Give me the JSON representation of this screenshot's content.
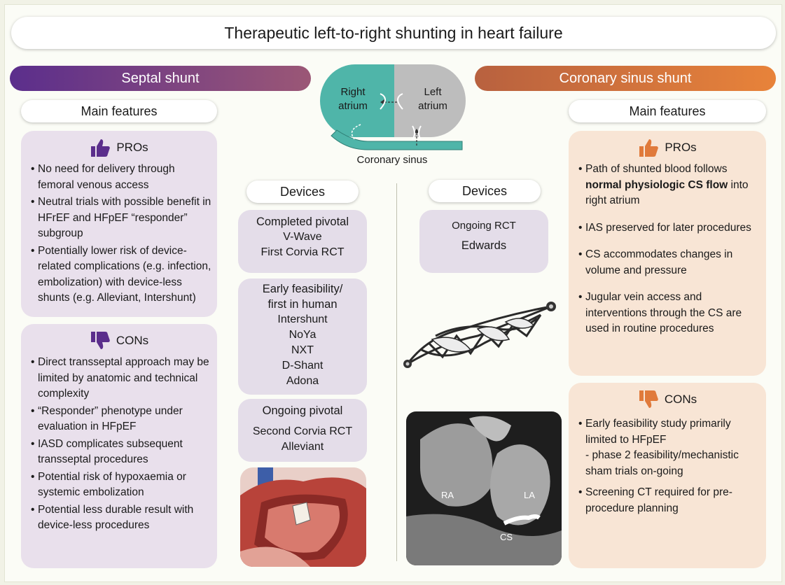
{
  "title": "Therapeutic left-to-right shunting in heart failure",
  "colors": {
    "septal_start": "#5b2e8c",
    "septal_end": "#9b5776",
    "cs_start": "#b8613f",
    "cs_end": "#e8833a",
    "right_atrium": "#4fb5a9",
    "left_atrium": "#bdbdbd",
    "septal_card": "#e9e0ec",
    "cs_card": "#f8e5d5"
  },
  "septal": {
    "banner": "Septal shunt",
    "features": "Main features",
    "pros": {
      "label": "PROs",
      "icon": "thumbs-up-icon",
      "items": [
        "No need for delivery through femoral venous access",
        "Neutral trials with possible benefit in HFrEF and HFpEF “responder” subgroup",
        "Potentially lower risk of device-related complications (e.g. infection, embolization) with device-less shunts (e.g. Alleviant, Intershunt)"
      ]
    },
    "cons": {
      "label": "CONs",
      "icon": "thumbs-down-icon",
      "items": [
        "Direct transseptal approach may be limited by anatomic and technical complexity",
        "“Responder” phenotype under evaluation in HFpEF",
        "IASD complicates subsequent transseptal procedures",
        "Potential risk of hypoxaemia or systemic embolization",
        "Potential less durable result with device-less procedures"
      ]
    },
    "devices": {
      "label": "Devices",
      "completed": {
        "heading": "Completed pivotal",
        "items": [
          "V-Wave",
          "First Corvia RCT"
        ]
      },
      "early": {
        "heading": "Early feasibility/\nfirst in human",
        "items": [
          "Intershunt",
          "NoYa",
          "NXT",
          "D-Shant",
          "Adona"
        ]
      },
      "ongoing": {
        "heading": "Ongoing pivotal",
        "items": [
          "Second Corvia RCT",
          "Alleviant"
        ]
      }
    }
  },
  "diagram": {
    "right_atrium": "Right\natrium",
    "left_atrium": "Left\natrium",
    "coronary_sinus": "Coronary sinus"
  },
  "cs": {
    "banner": "Coronary sinus shunt",
    "features": "Main features",
    "devices": {
      "label": "Devices",
      "ongoing_heading": "Ongoing RCT",
      "items": [
        "Edwards"
      ]
    },
    "ct": {
      "ra": "RA",
      "la": "LA",
      "cs": "CS"
    },
    "pros": {
      "label": "PROs",
      "icon": "thumbs-up-icon",
      "item1_pre": "Path of shunted blood follows ",
      "item1_bold": "normal physiologic CS flow",
      "item1_post": " into right atrium",
      "items": [
        "IAS preserved for later procedures",
        "CS accommodates changes in volume and pressure",
        "Jugular vein access and interventions through the CS are used in routine procedures"
      ]
    },
    "cons": {
      "label": "CONs",
      "icon": "thumbs-down-icon",
      "items": [
        "Early feasibility study primarily limited to HFpEF\n- phase 2 feasibility/mechanistic sham trials on-going",
        "Screening CT required for pre-procedure planning"
      ]
    }
  }
}
